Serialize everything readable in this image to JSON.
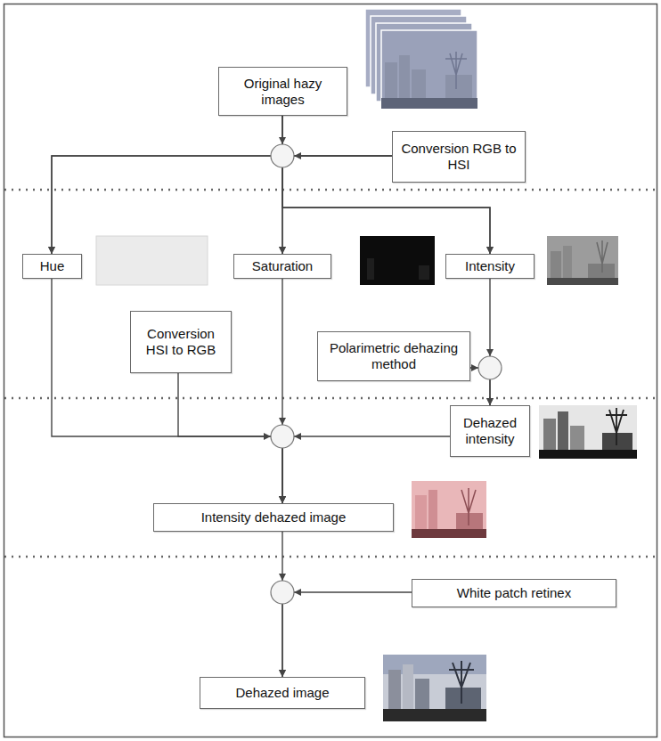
{
  "diagram": {
    "nodes": [
      {
        "text": [
          "Original hazy images"
        ]
      },
      {
        "text": [
          "Conversion RGB to HSI"
        ]
      },
      {
        "text": [
          "Hue"
        ]
      },
      {
        "text": [
          "Saturation"
        ]
      },
      {
        "text": [
          "Intensity"
        ]
      },
      {
        "text": [
          "Conversion HSI to RGB"
        ]
      },
      {
        "text": [
          "Polarimetric dehazing method"
        ]
      },
      {
        "text": [
          "Dehazed intensity"
        ]
      },
      {
        "text": [
          "Intensity dehazed image"
        ]
      },
      {
        "text": [
          "White patch retinex"
        ]
      },
      {
        "text": [
          "Dehazed image"
        ]
      }
    ],
    "edges": [
      {
        "from": 0,
        "to": 2,
        "arrow": "to"
      },
      {
        "from": 0,
        "to": 3,
        "arrow": "to"
      },
      {
        "from": 0,
        "to": 4,
        "arrow": "to"
      },
      {
        "from": 1,
        "to": 2,
        "arrow": "to"
      },
      {
        "from": 1,
        "to": 3,
        "arrow": "to"
      },
      {
        "from": 1,
        "to": 4,
        "arrow": "to"
      },
      {
        "from": 4,
        "to": 7,
        "arrow": "to"
      },
      {
        "from": 6,
        "to": 7,
        "arrow": "to"
      },
      {
        "from": 2,
        "to": 8,
        "arrow": "to"
      },
      {
        "from": 5,
        "to": 8,
        "arrow": "to"
      },
      {
        "from": 3,
        "to": 8,
        "arrow": "to"
      },
      {
        "from": 7,
        "to": 8,
        "arrow": "to"
      },
      {
        "from": 8,
        "to": 10,
        "arrow": "to"
      },
      {
        "from": 9,
        "to": 10,
        "arrow": "to"
      }
    ]
  }
}
